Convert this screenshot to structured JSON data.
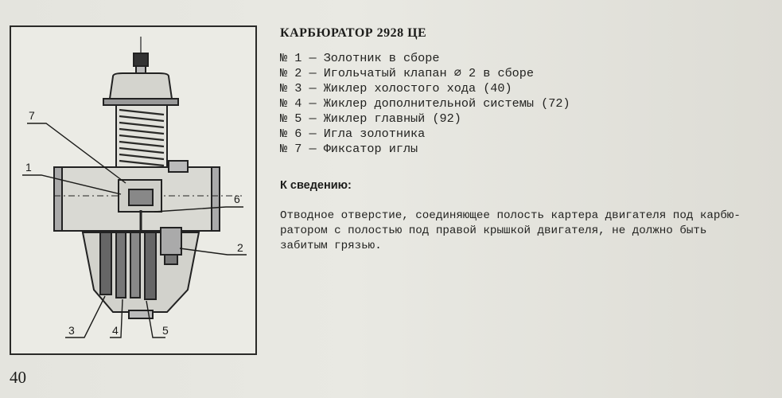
{
  "title": "КАРБЮРАТОР 2928 ЦЕ",
  "parts": [
    {
      "number": "№ 1",
      "text": "Золотник в сборе"
    },
    {
      "number": "№ 2",
      "text": "Игольчатый клапан ∅ 2 в сборе"
    },
    {
      "number": "№ 3",
      "text": "Жиклер холостого хода (40)"
    },
    {
      "number": "№ 4",
      "text": "Жиклер дополнительной системы (72)"
    },
    {
      "number": "№ 5",
      "text": "Жиклер главный (92)"
    },
    {
      "number": "№ 6",
      "text": "Игла золотника"
    },
    {
      "number": "№ 7",
      "text": "Фиксатор иглы"
    }
  ],
  "notice": {
    "heading": "К сведению:",
    "lines": [
      "Отводное отверстие, соединяющее полость картера двигателя под карбю-",
      "ратором с полостью под правой крышкой двигателя, не должно быть",
      "забитым грязью."
    ]
  },
  "figure": {
    "callouts": [
      "7",
      "1",
      "6",
      "2",
      "3",
      "4",
      "5"
    ]
  },
  "page_number": "40",
  "colors": {
    "paper": "#e6e6e0",
    "ink": "#1c1c1a"
  }
}
